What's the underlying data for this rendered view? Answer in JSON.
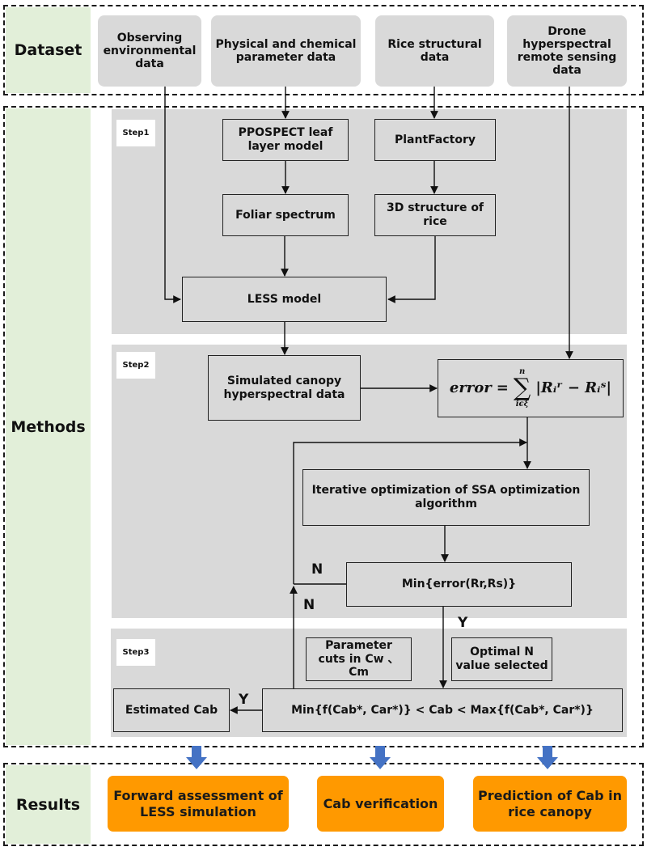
{
  "sections": {
    "dataset": "Dataset",
    "methods": "Methods",
    "results": "Results"
  },
  "dataset_items": [
    "Observing environmental data",
    "Physical and chemical parameter data",
    "Rice structural data",
    "Drone hyperspectral remote sensing data"
  ],
  "dataset_item_lines": [
    [
      "Observing",
      "environment",
      "al data"
    ],
    [
      "Physical and",
      "chemical",
      "parameter data"
    ],
    [
      "Rice structural",
      "data"
    ],
    [
      "Drone",
      "hyperspectral",
      "remote sensing",
      "data"
    ]
  ],
  "steps": {
    "step1": "Step1",
    "step2": "Step2",
    "step3": "Step3"
  },
  "nodes": {
    "prospect": "PPOSPECT leaf layer model",
    "plantfactory": "PlantFactory",
    "foliar": "Foliar spectrum",
    "structure3d": "3D structure of rice",
    "less": "LESS model",
    "simulated": "Simulated canopy hyperspectral data",
    "ssa": "Iterative optimization of SSA optimization algorithm",
    "min_error": "Min{error(Rr,Rs)}",
    "param_cuts": "Parameter cuts in Cw 、 Cm",
    "optimal_n": "Optimal N value selected",
    "condition": "Min{f(Cab*, Car*)} < Cab < Max{f(Cab*, Car*)}",
    "estimated": "Estimated Cab"
  },
  "formula": {
    "lhs": "error",
    "eq": "=",
    "sum_upper": "n",
    "sum_lower": "iϵξ",
    "sum_symbol": "∑",
    "term": "|Rᵢʳ − Rᵢˢ|"
  },
  "branch_labels": {
    "n_top": "N",
    "n_bottom": "N",
    "y_min_error": "Y",
    "y_estimated": "Y"
  },
  "results": [
    "Forward assessment of LESS simulation",
    "Cab verification",
    "Prediction of Cab in rice canopy"
  ],
  "colors": {
    "label_column": "#e2efd9",
    "panel_gray": "#d9d9d9",
    "result_orange": "#ff9900",
    "arrow_blue": "#4472c4"
  }
}
